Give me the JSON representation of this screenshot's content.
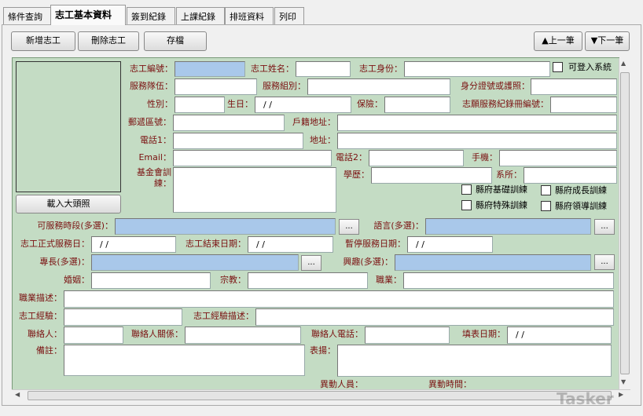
{
  "tabs": [
    "條件查詢",
    "志工基本資料",
    "簽到紀錄",
    "上課紀錄",
    "排班資料",
    "列印"
  ],
  "active_tab": "志工基本資料",
  "toolbar": {
    "add": "新增志工",
    "delete": "刪除志工",
    "save": "存檔",
    "prev": "▲上一筆",
    "next": "▼下一筆"
  },
  "photo": {
    "load_button": "載入大頭照"
  },
  "form": {
    "labels": {
      "vol_id": "志工編號：",
      "vol_name": "志工姓名：",
      "vol_identity": "志工身份：",
      "team": "服務隊伍：",
      "group": "服務組別：",
      "id_no": "身分證號或護照：",
      "gender": "性別：",
      "birthday": "生日：",
      "insurance": "保險：",
      "record_no": "志願服務紀錄冊編號：",
      "zip": "郵遞區號：",
      "reg_addr": "戶籍地址：",
      "phone1": "電話1：",
      "addr": "地址：",
      "email": "Email：",
      "phone2": "電話2：",
      "mobile": "手機：",
      "training": "基金會訓練：",
      "education": "學歷：",
      "dept": "系所：",
      "avail": "可服務時段(多選)：",
      "lang": "語言(多選)：",
      "start_date": "志工正式服務日：",
      "end_date": "志工結束日期：",
      "pause_date": "暫停服務日期：",
      "skill": "專長(多選)：",
      "interest": "興趣(多選)：",
      "marriage": "婚姻：",
      "religion": "宗教：",
      "job": "職業：",
      "job_desc": "職業描述：",
      "exp": "志工經驗：",
      "exp_desc": "志工經驗描述：",
      "contact": "聯絡人：",
      "contact_rel": "聯絡人關係：",
      "contact_phone": "聯絡人電話：",
      "fill_date": "填表日期：",
      "note": "備註：",
      "praise": "表揚：",
      "changed_by": "異動人員：",
      "changed_at": "異動時間："
    },
    "values": {
      "birthday": "/ /",
      "start_date": "/ /",
      "end_date": "/ /",
      "pause_date": "/ /",
      "fill_date": "/ /"
    },
    "checkboxes": {
      "can_login": {
        "label": "可登入系統",
        "checked": false
      },
      "county_basic": {
        "label": "縣府基礎訓練",
        "checked": false
      },
      "county_growth": {
        "label": "縣府成長訓練",
        "checked": false
      },
      "county_special": {
        "label": "縣府特殊訓練",
        "checked": false
      },
      "county_lead": {
        "label": "縣府領導訓練",
        "checked": false
      }
    },
    "ellipsis": "...",
    "highlight_color": "#a9c8ea",
    "label_color": "#7a1010",
    "panel_color": "#c4dcc4"
  },
  "watermark": "Tasker"
}
